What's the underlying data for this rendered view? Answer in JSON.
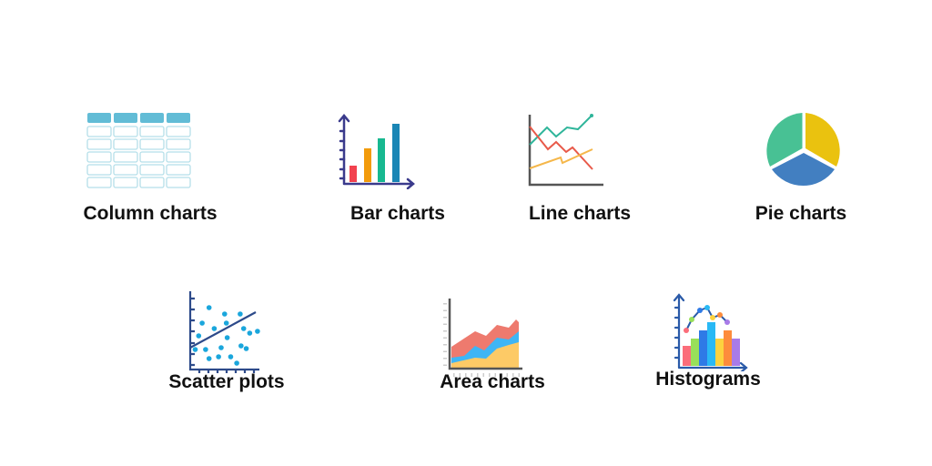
{
  "items": [
    {
      "label": "Column charts",
      "icon": "table-icon"
    },
    {
      "label": "Bar charts",
      "icon": "bar-chart-icon"
    },
    {
      "label": "Line charts",
      "icon": "line-chart-icon"
    },
    {
      "label": "Pie charts",
      "icon": "pie-chart-icon"
    },
    {
      "label": "Scatter plots",
      "icon": "scatter-plot-icon"
    },
    {
      "label": "Area charts",
      "icon": "area-chart-icon"
    },
    {
      "label": "Histograms",
      "icon": "histogram-icon"
    }
  ],
  "colors": {
    "axis": "#3a3a8c",
    "teal": "#62bcd6",
    "red": "#f2424f",
    "orange": "#f29b0c",
    "green": "#17b890",
    "blue": "#1a86b5"
  }
}
